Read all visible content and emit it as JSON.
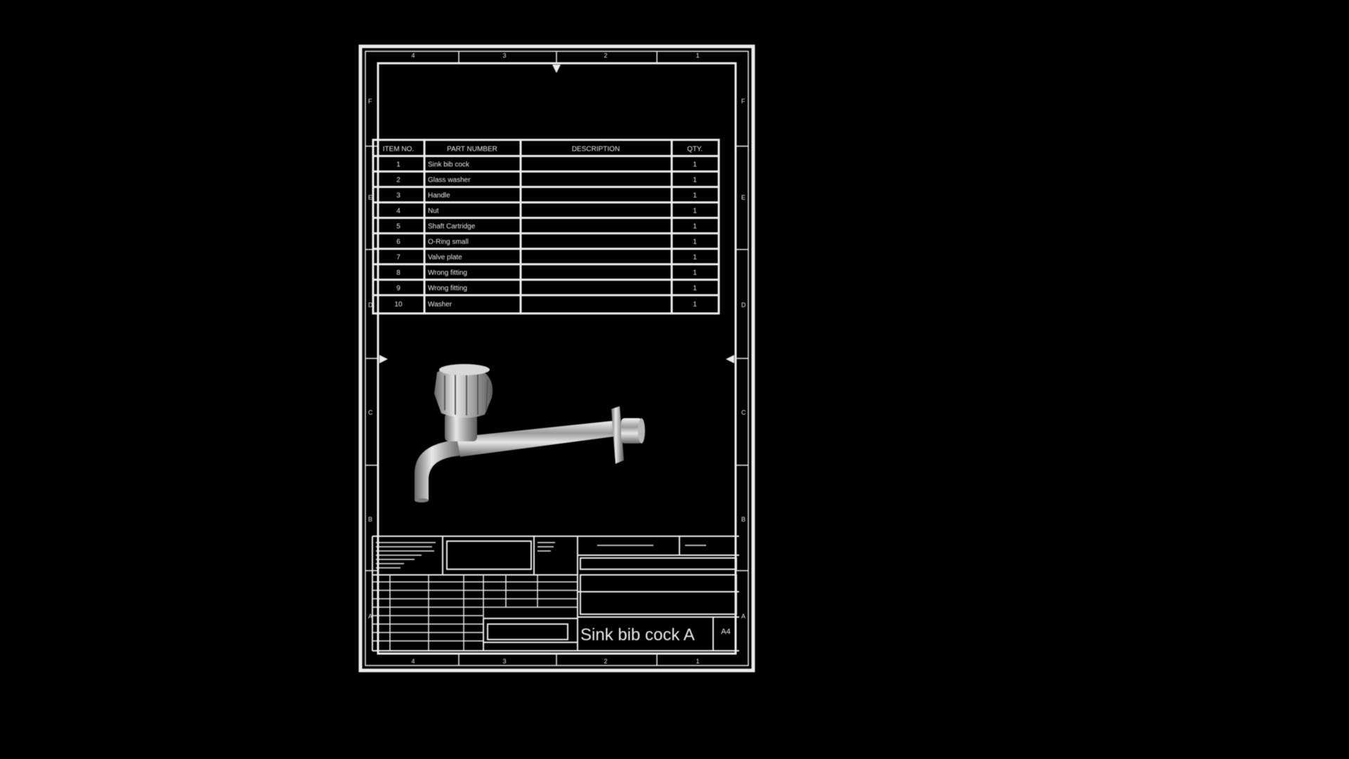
{
  "sheet": {
    "zone_columns": [
      "4",
      "3",
      "2",
      "1"
    ],
    "zone_rows": [
      "F",
      "E",
      "D",
      "C",
      "B",
      "A"
    ]
  },
  "bom": {
    "headers": [
      "ITEM NO.",
      "PART NUMBER",
      "DESCRIPTION",
      "QTY."
    ],
    "rows": [
      {
        "item": "1",
        "part": "Sink bib cock",
        "qty": "1"
      },
      {
        "item": "2",
        "part": "Glass washer",
        "qty": "1"
      },
      {
        "item": "3",
        "part": "Handle",
        "qty": "1"
      },
      {
        "item": "4",
        "part": "Nut",
        "qty": "1"
      },
      {
        "item": "5",
        "part": "Shaft Cartridge",
        "qty": "1"
      },
      {
        "item": "6",
        "part": "O-Ring small",
        "qty": "1"
      },
      {
        "item": "7",
        "part": "Valve plate",
        "qty": "1"
      },
      {
        "item": "8",
        "part": "Wrong fitting",
        "qty": "1"
      },
      {
        "item": "9",
        "part": "Wrong fitting",
        "qty": "1"
      },
      {
        "item": "10",
        "part": "Washer",
        "qty": "1"
      }
    ]
  },
  "title_block": {
    "drawing_title": "Sink bib cock A",
    "sheet_size": "A4"
  },
  "colors": {
    "background": "#000000",
    "ink": "#ececec"
  },
  "model_view": {
    "icon": "faucet-3d-render"
  }
}
